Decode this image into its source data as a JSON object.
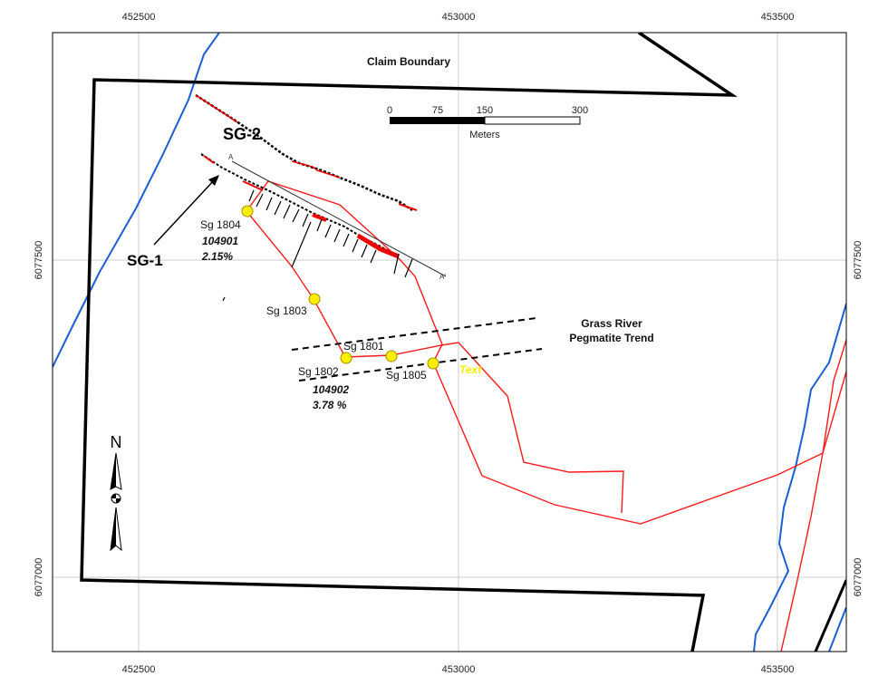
{
  "axes": {
    "x_ticks": [
      "452500",
      "453000",
      "453500"
    ],
    "y_ticks": [
      "6077500",
      "6077000"
    ]
  },
  "labels": {
    "claim_boundary": "Claim Boundary",
    "sg1": "SG-1",
    "sg2": "SG-2",
    "trend_line1": "Grass River",
    "trend_line2": "Pegmatite Trend",
    "section_a": "A",
    "section_a_prime": "A'",
    "placeholder_text": "Text",
    "north": "N"
  },
  "scale_bar": {
    "ticks": [
      "0",
      "75",
      "150",
      "300"
    ],
    "unit": "Meters"
  },
  "samples": [
    {
      "id": "Sg 1804",
      "assay_id": "104901",
      "grade": "2.15%"
    },
    {
      "id": "Sg 1803"
    },
    {
      "id": "Sg 1801"
    },
    {
      "id": "Sg 1802",
      "assay_id": "104902",
      "grade": "3.78 %"
    },
    {
      "id": "Sg 1805"
    }
  ],
  "colors": {
    "boundary": "#000000",
    "river": "#1a5fd6",
    "trail": "#ff1a1a",
    "sample": "#ffee00",
    "grid": "#cccccc"
  }
}
